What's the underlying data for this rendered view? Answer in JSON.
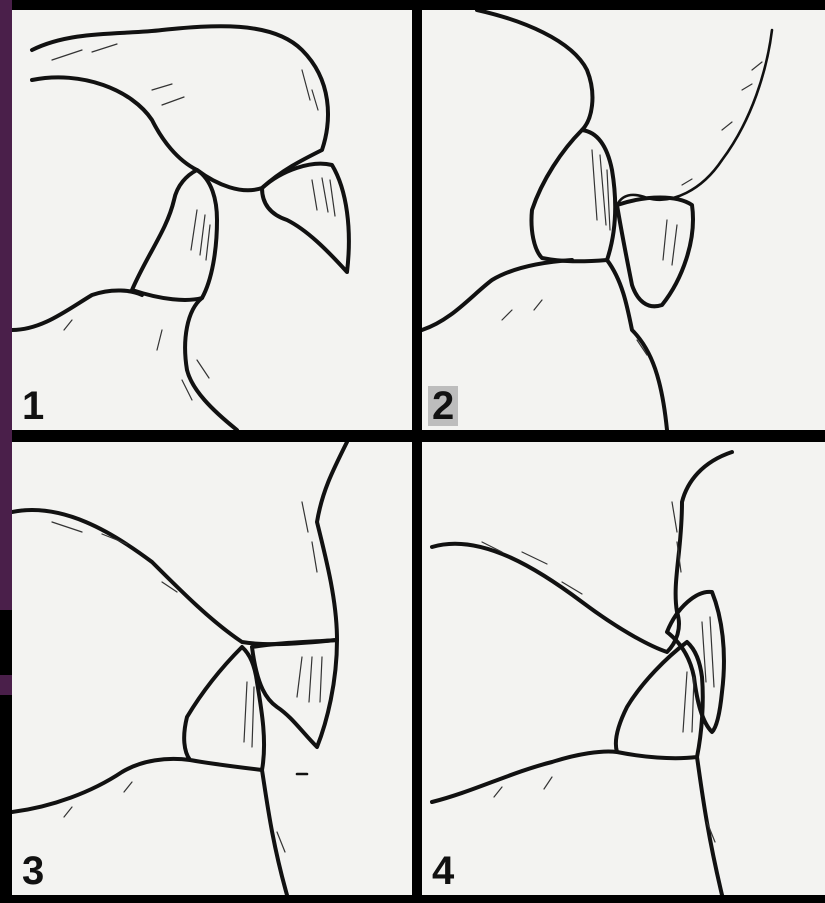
{
  "colors": {
    "accent": "#4a1f4a",
    "paper": "#f3f3f1",
    "ink": "#111111",
    "label_box": "#bdbdbd"
  },
  "panels": [
    {
      "number": "1"
    },
    {
      "number": "2"
    },
    {
      "number": "3"
    },
    {
      "number": "4"
    }
  ]
}
